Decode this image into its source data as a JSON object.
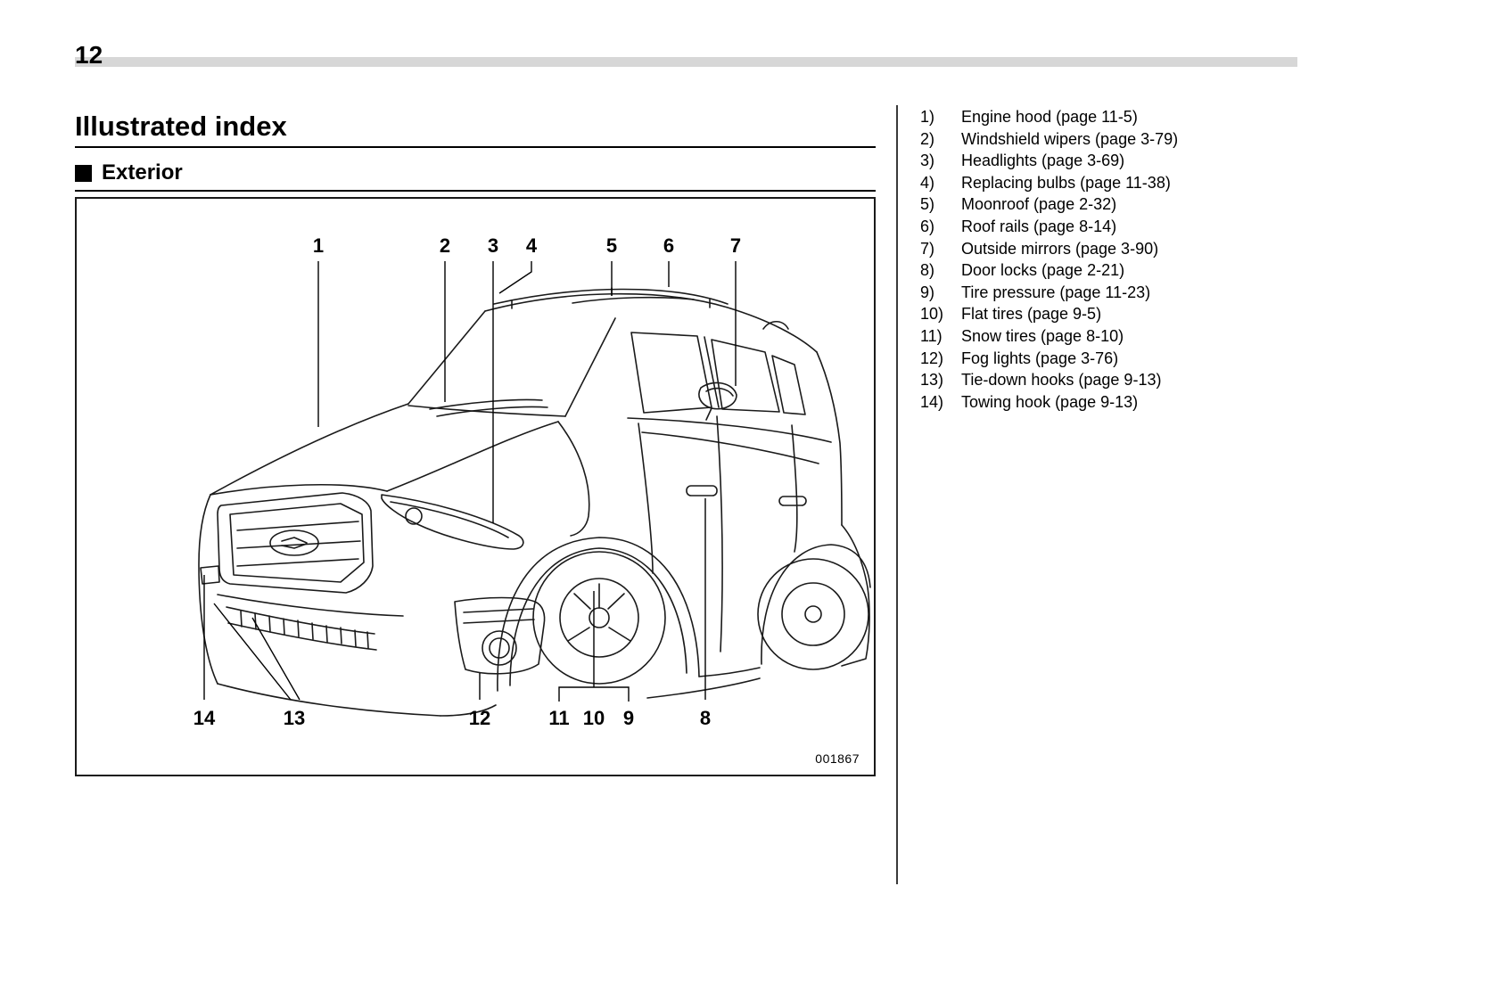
{
  "page": {
    "number": "12"
  },
  "heading": "Illustrated index",
  "section": {
    "title": "Exterior"
  },
  "figure": {
    "code": "001867",
    "top_callouts": [
      "1",
      "2",
      "3",
      "4",
      "5",
      "6",
      "7"
    ],
    "bottom_callouts": [
      "14",
      "13",
      "12",
      "11",
      "10",
      "9",
      "8"
    ]
  },
  "legend": {
    "items": [
      {
        "num": "1)",
        "label": "Engine hood (page 11-5)"
      },
      {
        "num": "2)",
        "label": "Windshield wipers (page 3-79)"
      },
      {
        "num": "3)",
        "label": "Headlights (page 3-69)"
      },
      {
        "num": "4)",
        "label": "Replacing bulbs (page 11-38)"
      },
      {
        "num": "5)",
        "label": "Moonroof (page 2-32)"
      },
      {
        "num": "6)",
        "label": "Roof rails (page 8-14)"
      },
      {
        "num": "7)",
        "label": "Outside mirrors (page 3-90)"
      },
      {
        "num": "8)",
        "label": "Door locks (page 2-21)"
      },
      {
        "num": "9)",
        "label": "Tire pressure (page 11-23)"
      },
      {
        "num": "10)",
        "label": "Flat tires (page 9-5)"
      },
      {
        "num": "11)",
        "label": "Snow tires (page 8-10)"
      },
      {
        "num": "12)",
        "label": "Fog lights (page 3-76)"
      },
      {
        "num": "13)",
        "label": "Tie-down hooks (page 9-13)"
      },
      {
        "num": "14)",
        "label": "Towing hook (page 9-13)"
      }
    ]
  }
}
